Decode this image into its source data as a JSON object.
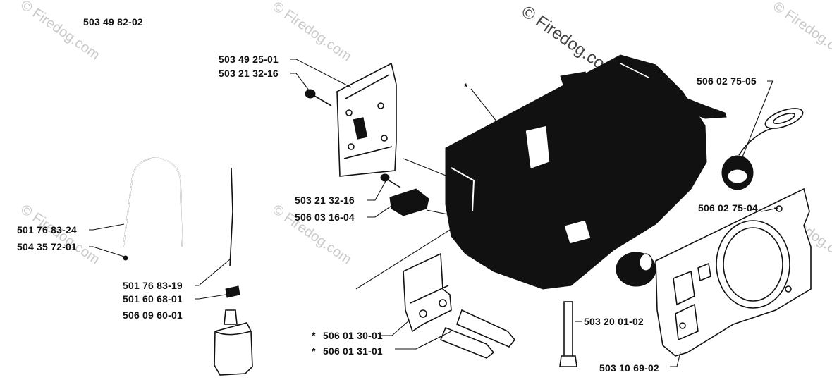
{
  "header": {
    "assembly_number": "503 49 82-02"
  },
  "watermarks": {
    "main": "© Firedog.com",
    "tile": "© Firedog.com"
  },
  "marker": "*",
  "labels": {
    "plate_part": "503 49 25-01",
    "plate_screw": "503 21 32-16",
    "clip_screw": "503 21 32-16",
    "clip": "506 03 16-04",
    "hose_loop": "501 76 83-24",
    "hose_loop_end": "504 35 72-01",
    "fuel_hose": "501 76 83-19",
    "hose_clip": "501 60 68-01",
    "fuel_filter": "506 09 60-01",
    "bracket_bolt_1": "506 01 30-01",
    "bracket_bolt_2": "506 01 31-01",
    "cap_top": "506 02 75-05",
    "cap_bottom": "506 02 75-04",
    "long_bolt": "503 20 01-02",
    "gasket_plate": "503 10 69-02"
  },
  "colors": {
    "ink": "#111111",
    "paper": "#ffffff",
    "watermark": "#c9c9c9"
  }
}
